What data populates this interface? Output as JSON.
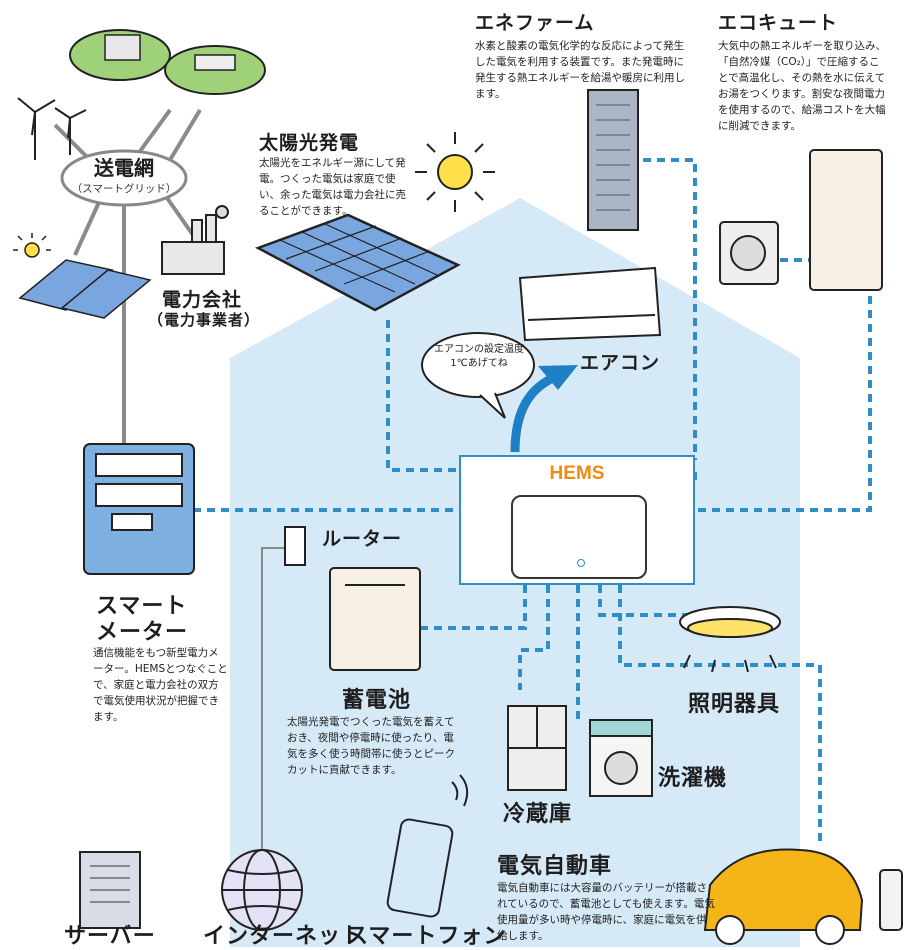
{
  "colors": {
    "house": "#d6e9f7",
    "dash": "#2f8dc8",
    "hems_title": "#f08a12",
    "car": "#f5b417",
    "line": "#8a8a8a"
  },
  "grid": {
    "title": "送電網",
    "subtitle": "（スマートグリッド）"
  },
  "power_company": {
    "title": "電力会社",
    "subtitle": "（電力事業者）"
  },
  "solar": {
    "title": "太陽光発電",
    "desc": "太陽光をエネルギー源にして発電。つくった電気は家庭で使い、余った電気は電力会社に売ることができます。"
  },
  "enefarm": {
    "title": "エネファーム",
    "desc": "水素と酸素の電気化学的な反応によって発生した電気を利用する装置です。また発電時に発生する熱エネルギーを給湯や暖房に利用します。"
  },
  "ecocute": {
    "title": "エコキュート",
    "desc": "大気中の熱エネルギーを取り込み、「自然冷媒（CO₂）」で圧縮することで高温化し、その熱を水に伝えてお湯をつくります。割安な夜間電力を使用するので、給湯コストを大幅に削減できます。"
  },
  "aircon": {
    "title": "エアコン",
    "bubble": "エアコンの設定温度1℃あげてね"
  },
  "hems": {
    "title": "HEMS"
  },
  "router": {
    "title": "ルーター"
  },
  "smart_meter": {
    "title_line1": "スマート",
    "title_line2": "メーター",
    "desc": "通信機能をもつ新型電力メーター。HEMSとつなぐことで、家庭と電力会社の双方で電気使用状況が把握できます。"
  },
  "battery": {
    "title": "蓄電池",
    "desc": "太陽光発電でつくった電気を蓄えておき、夜間や停電時に使ったり、電気を多く使う時間帯に使うとピークカットに貢献できます。"
  },
  "lighting": {
    "title": "照明器具"
  },
  "washer": {
    "title": "洗濯機"
  },
  "fridge": {
    "title": "冷蔵庫"
  },
  "ev": {
    "title": "電気自動車",
    "desc": "電気自動車には大容量のバッテリーが搭載されているので、蓄電池としても使えます。電気使用量が多い時や停電時に、家庭に電気を供給します。"
  },
  "server": {
    "title": "サーバー"
  },
  "internet": {
    "title": "インターネット"
  },
  "smartphone": {
    "title": "スマートフォン"
  }
}
